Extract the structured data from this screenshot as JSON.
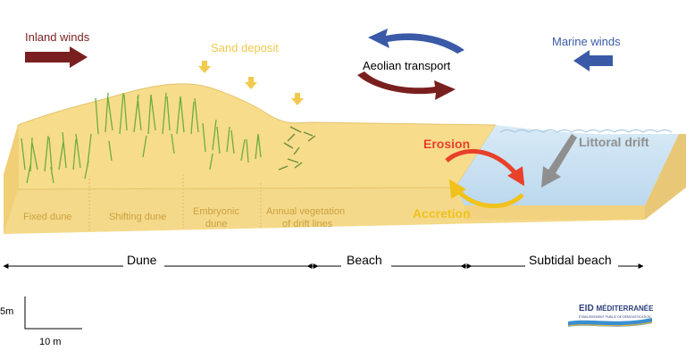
{
  "labels": {
    "inland_winds": "Inland winds",
    "sand_deposit": "Sand deposit",
    "aeolian_transport": "Aeolian transport",
    "marine_winds": "Marine winds",
    "erosion": "Erosion",
    "accretion": "Accretion",
    "littoral_drift": "Littoral drift"
  },
  "zones": {
    "fixed_dune": "Fixed dune",
    "shifting_dune": "Shifting dune",
    "embryonic_1": "Embryonic",
    "embryonic_2": "dune",
    "annual_1": "Annual vegetation",
    "annual_2": "of drift lines"
  },
  "sections": {
    "dune": "Dune",
    "beach": "Beach",
    "subtidal": "Subtidal beach"
  },
  "scale": {
    "vertical": "5m",
    "horizontal": "10 m"
  },
  "logo": {
    "name_bold": "EID",
    "name_rest": "MÉDITERRANÉE",
    "tagline": "ÉTABLISSEMENT PUBLIC DE DÉMOUSTICATION"
  },
  "colors": {
    "sand": "#f7dc8c",
    "sand_dark": "#e9c46a",
    "water": "#cfe3f2",
    "inland_arrow": "#7a1f1f",
    "marine_arrow": "#3a5aa8",
    "sand_deposit": "#f2c94c",
    "erosion": "#e8402a",
    "accretion": "#f0c21b",
    "littoral_drift": "#8f8f8f",
    "vegetation": "#6cae3a"
  }
}
